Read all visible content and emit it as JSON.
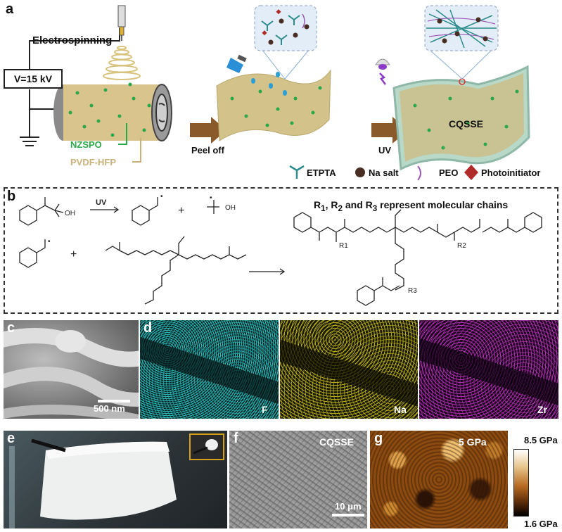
{
  "panels": {
    "a": "a",
    "b": "b",
    "c": "c",
    "d": "d",
    "e": "e",
    "f": "f",
    "g": "g"
  },
  "panel_a": {
    "electrospinning": "Electrospinning",
    "voltage": "V=15 kV",
    "nzspo": "NZSPO",
    "pvdf": "PVDF-HFP",
    "peel_off": "Peel off",
    "uv": "UV",
    "cqsse": "CQSSE",
    "legend": {
      "etpta": "ETPTA",
      "na_salt": "Na salt",
      "peo": "PEO",
      "photoinitiator": "Photoinitiator"
    },
    "colors": {
      "nzspo": "#2aa84a",
      "pvdf": "#c9b27a",
      "etpta": "#2a8c8c",
      "peo": "#9b59b6",
      "photoinitiator": "#b02a2a"
    }
  },
  "panel_b": {
    "uv": "UV",
    "note_prefix": "R",
    "note": "R1, R2 and R3 represent molecular chains",
    "note_parts": [
      "R",
      "1",
      ", R",
      "2",
      " and R",
      "3",
      " represent molecular chains"
    ],
    "groups": {
      "oh": "OH",
      "r1": "R1",
      "r2": "R2",
      "r3": "R3",
      "plus": "+"
    }
  },
  "panel_c": {
    "scale": "500 nm"
  },
  "panel_d": {
    "f": "F",
    "na": "Na",
    "zr": "Zr",
    "colors": {
      "f": "#2fd0cf",
      "na": "#e0d21e",
      "zr": "#d63ad6"
    }
  },
  "panel_f": {
    "title": "CQSSE",
    "scale": "10 μm"
  },
  "panel_g": {
    "modulus": "5 GPa",
    "max": "8.5 GPa",
    "min": "1.6 GPa"
  }
}
